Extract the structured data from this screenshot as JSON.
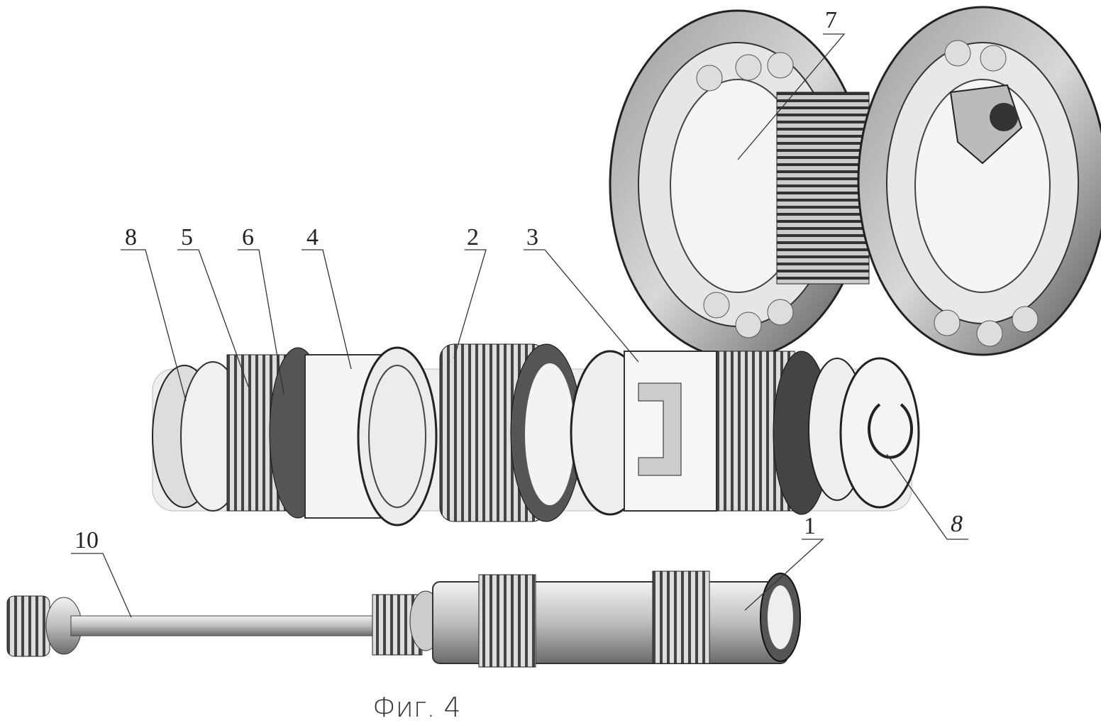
{
  "caption": "Фиг. 4",
  "labels": {
    "l7": "7",
    "l8_left": "8",
    "l5": "5",
    "l6": "6",
    "l4": "4",
    "l2": "2",
    "l3": "3",
    "l8_right": "8",
    "l10": "10",
    "l1": "1"
  }
}
